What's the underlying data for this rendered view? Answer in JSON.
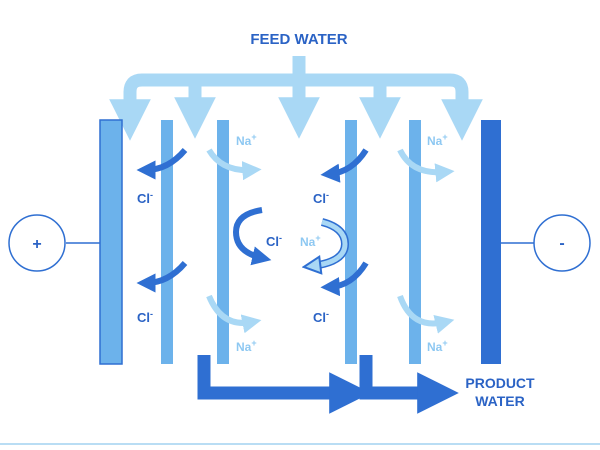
{
  "diagram": {
    "labels": {
      "feed_water": "FEED WATER",
      "product_water_line1": "PRODUCT",
      "product_water_line2": "WATER",
      "anode_sign": "+",
      "cathode_sign": "-",
      "cl": "Cl",
      "na": "Na",
      "minus_sup": "-",
      "plus_sup": "+"
    },
    "colors": {
      "light_blue": "#a9d8f5",
      "mid_blue": "#6cb2eb",
      "dark_blue": "#2f6fd2",
      "label_dark": "#2b63c5",
      "label_light": "#8ec8f2",
      "outline": "#2f6fd2",
      "rule": "#b9ddf4"
    }
  }
}
